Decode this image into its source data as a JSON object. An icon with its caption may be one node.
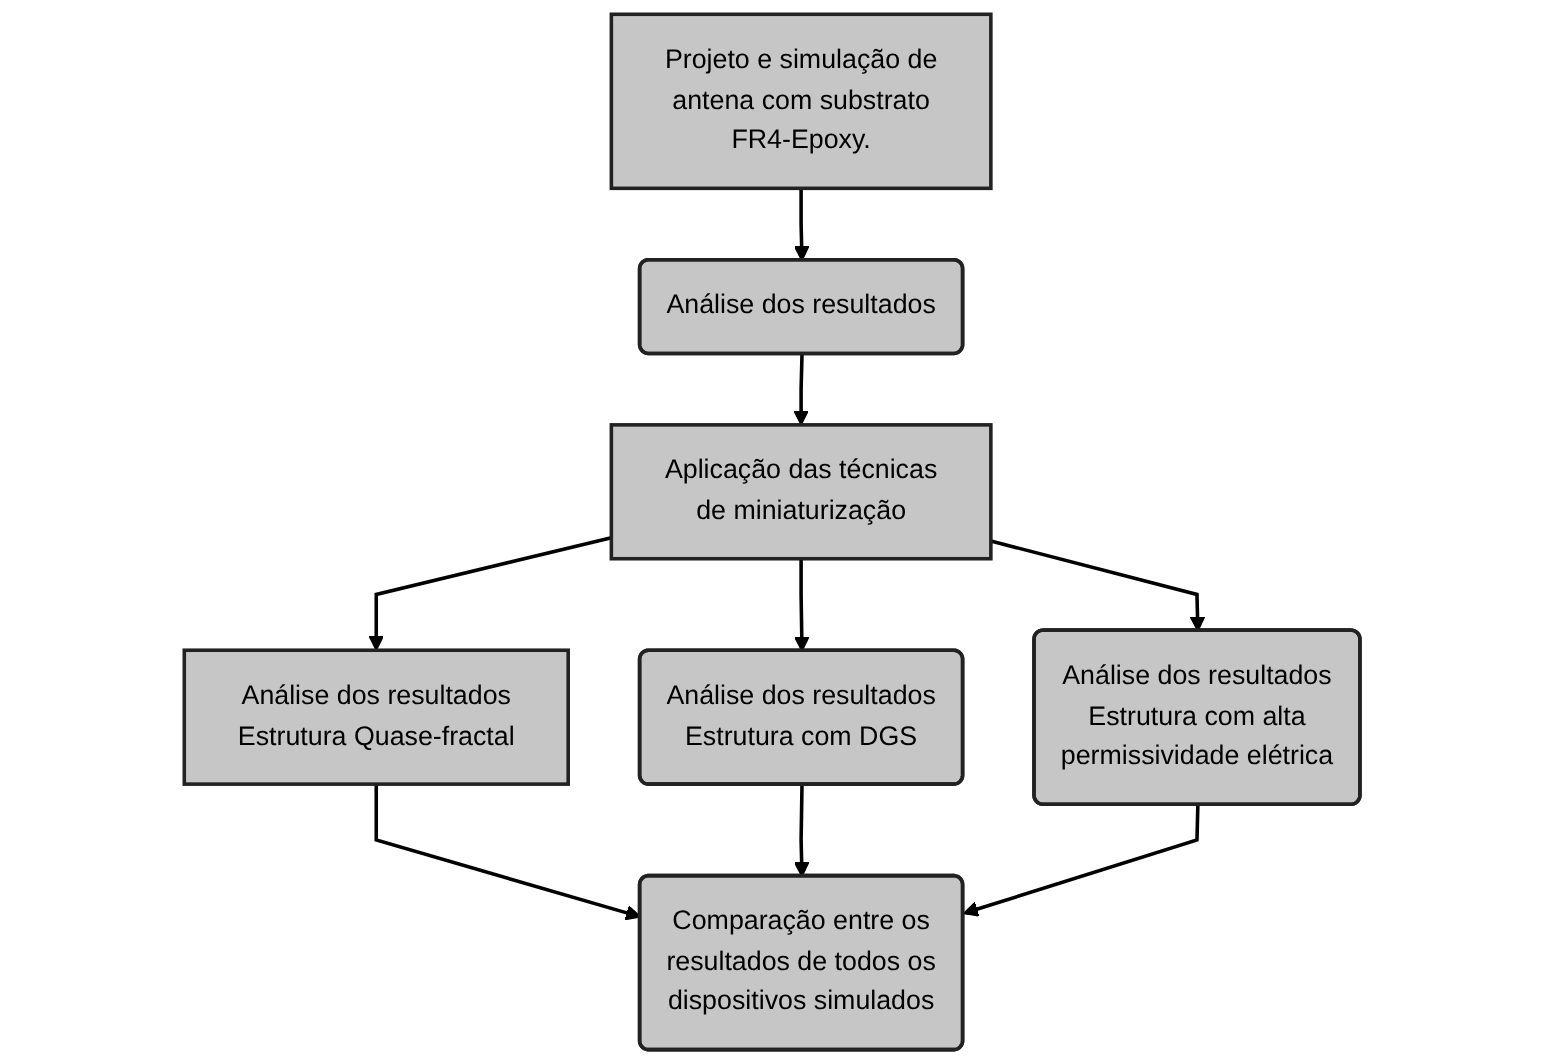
{
  "diagram": {
    "nodes": [
      {
        "text": [
          "Projeto e simulação de antena com substrato FR4-Epoxy."
        ]
      },
      {
        "text": [
          "Análise dos resultados"
        ]
      },
      {
        "text": [
          "Aplicação das técnicas de miniaturização"
        ]
      },
      {
        "text": [
          "Análise dos resultados",
          "Estrutura Quase-fractal"
        ]
      },
      {
        "text": [
          "Análise dos resultados",
          "Estrutura com DGS"
        ]
      },
      {
        "text": [
          "Análise dos resultados",
          "Estrutura com alta permissividade elétrica"
        ]
      },
      {
        "text": [
          "Comparação entre os resultados de todos os dispositivos simulados"
        ]
      }
    ],
    "edges": [
      {
        "from": 0,
        "to": 1,
        "arrow": "to"
      },
      {
        "from": 1,
        "to": 2,
        "arrow": "to"
      },
      {
        "from": 2,
        "to": 3,
        "arrow": "to"
      },
      {
        "from": 2,
        "to": 4,
        "arrow": "to"
      },
      {
        "from": 2,
        "to": 5,
        "arrow": "to"
      },
      {
        "from": 3,
        "to": 6,
        "arrow": "to"
      },
      {
        "from": 4,
        "to": 6,
        "arrow": "to"
      },
      {
        "from": 5,
        "to": 6,
        "arrow": "to"
      }
    ]
  }
}
